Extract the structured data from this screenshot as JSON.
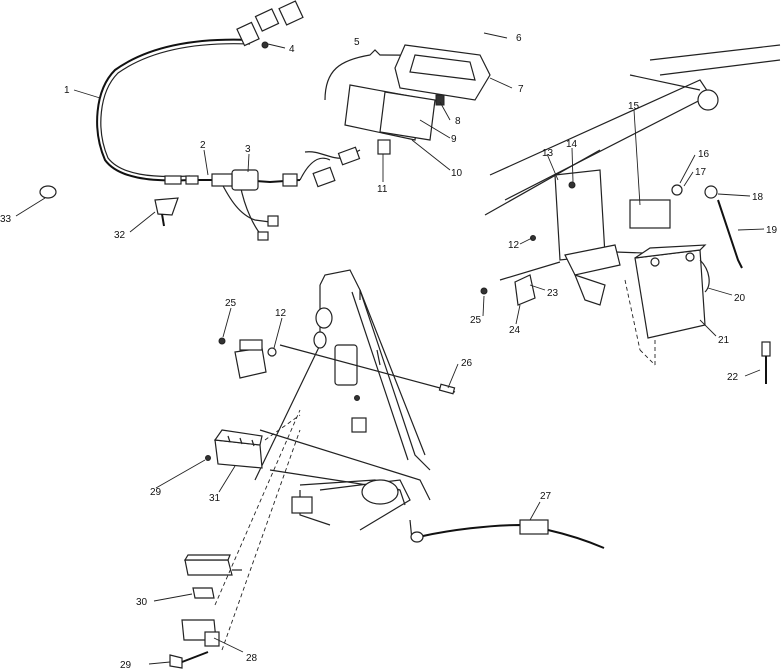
{
  "callouts": {
    "c1": "1",
    "c2": "2",
    "c3": "3",
    "c4": "4",
    "c5": "5",
    "c6": "6",
    "c7": "7",
    "c8": "8",
    "c9": "9",
    "c10": "10",
    "c11": "11",
    "c12a": "12",
    "c12b": "12",
    "c13": "13",
    "c14": "14",
    "c15": "15",
    "c16": "16",
    "c17": "17",
    "c18": "18",
    "c19": "19",
    "c20": "20",
    "c21": "21",
    "c22": "22",
    "c23": "23",
    "c24": "24",
    "c25a": "25",
    "c25b": "25",
    "c26": "26",
    "c27": "27",
    "c28": "28",
    "c29a": "29",
    "c29b": "29",
    "c30": "30",
    "c31": "31",
    "c32": "32",
    "c33": "33"
  }
}
